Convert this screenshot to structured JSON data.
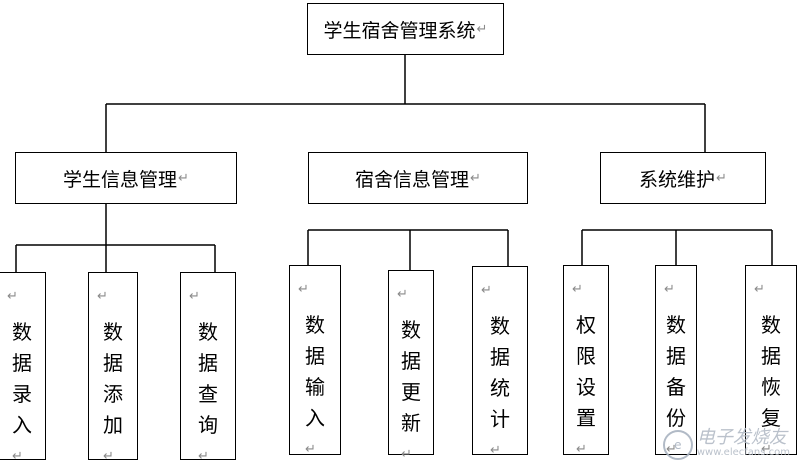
{
  "root": "学生宿舍管理系统",
  "para_mark": "↵",
  "level1": [
    {
      "label": "学生信息管理",
      "children": [
        "数据录入",
        "数据添加",
        "数据查询"
      ]
    },
    {
      "label": "宿舍信息管理",
      "children": [
        "数据输入",
        "数据更新",
        "数据统计"
      ]
    },
    {
      "label": "系统维护",
      "children": [
        "权限设置",
        "数据备份",
        "数据恢复"
      ]
    }
  ],
  "watermark": {
    "main": "电子发烧友",
    "sub": "www.elecfans.com"
  }
}
